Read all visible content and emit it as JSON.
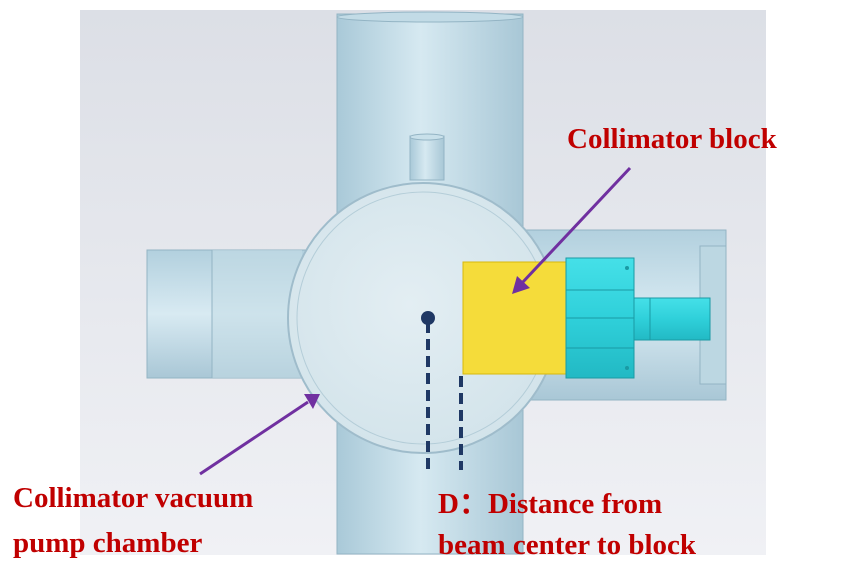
{
  "labels": {
    "collimator_block": "Collimator block",
    "chamber_line1": "Collimator vacuum",
    "chamber_line2": "pump chamber",
    "distance_line1": "D：Distance from",
    "distance_line2": "beam center to block"
  },
  "colors": {
    "label_text": "#c00000",
    "arrow": "#7030a0",
    "block": "#f5dc3a",
    "flange": "#33d6de",
    "dash_line": "#1f3864",
    "beam_center": "#1f3864"
  }
}
